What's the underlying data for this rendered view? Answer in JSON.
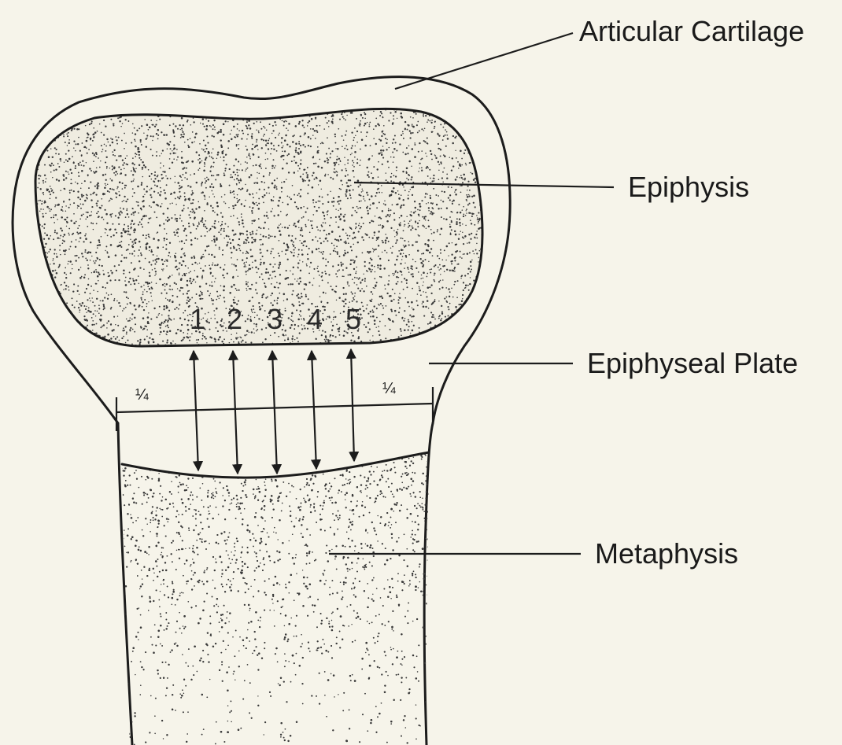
{
  "labels": {
    "articular_cartilage": "Articular Cartilage",
    "epiphysis": "Epiphysis",
    "epiphyseal_plate": "Epiphyseal Plate",
    "metaphysis": "Metaphysis"
  },
  "measurement_numbers": [
    "1",
    "2",
    "3",
    "4",
    "5"
  ],
  "quarter_marks": {
    "left": "¼",
    "right": "¼"
  },
  "colors": {
    "background": "#f6f4ea",
    "ink": "#1c1c1c",
    "stipple": "#3a3a3a"
  }
}
